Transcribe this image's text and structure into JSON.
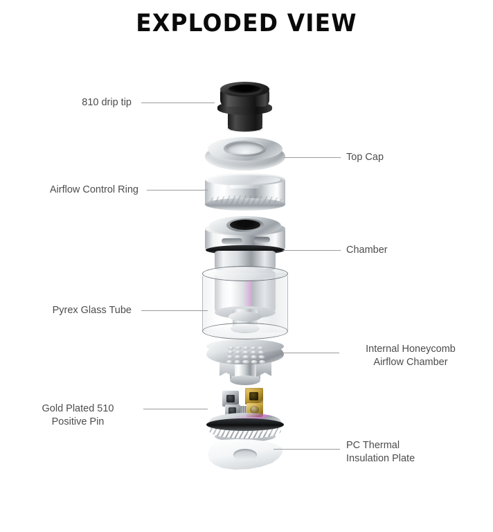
{
  "page": {
    "title": "EXPLODED VIEW",
    "background_color": "#ffffff",
    "label_color": "#4c4c4c",
    "leader_color": "#9a9a9a",
    "title_color": "#0a0a0a"
  },
  "callouts": [
    {
      "id": "drip-tip",
      "label": "810 drip tip",
      "side": "left",
      "lines": 1
    },
    {
      "id": "top-cap",
      "label": "Top Cap",
      "side": "right",
      "lines": 1
    },
    {
      "id": "airflow-ring",
      "label": "Airflow Control Ring",
      "side": "left",
      "lines": 1
    },
    {
      "id": "chamber",
      "label": "Chamber",
      "side": "right",
      "lines": 1
    },
    {
      "id": "glass-tube",
      "label": "Pyrex Glass Tube",
      "side": "left",
      "lines": 1
    },
    {
      "id": "honeycomb",
      "label": "Internal Honeycomb\nAirflow Chamber",
      "side": "right",
      "lines": 2
    },
    {
      "id": "positive-pin",
      "label": "Gold Plated 510\nPositive Pin",
      "side": "left",
      "lines": 2
    },
    {
      "id": "insulation-plate",
      "label": "PC Thermal\nInsulation Plate",
      "side": "right",
      "lines": 2
    }
  ],
  "parts": {
    "drip_tip": {
      "name": "810 drip tip",
      "color": "#1d1d1d",
      "material": "black"
    },
    "top_cap": {
      "name": "Top Cap",
      "color": "#c9ced2",
      "material": "stainless steel"
    },
    "airflow_ring": {
      "name": "Airflow Control Ring",
      "color": "#d4d9dd",
      "material": "stainless steel"
    },
    "chamber": {
      "name": "Chamber",
      "color": "#c0c5ca",
      "material": "stainless steel"
    },
    "glass_tube": {
      "name": "Pyrex Glass Tube",
      "color": "#eceff1",
      "material": "pyrex glass"
    },
    "honeycomb": {
      "name": "Internal Honeycomb Airflow Chamber",
      "color": "#cbd0d4",
      "material": "stainless steel"
    },
    "build_deck": {
      "name": "Gold Plated 510 Positive Pin",
      "color": "#c9a43e",
      "material": "gold plated"
    },
    "insulation_plate": {
      "name": "PC Thermal Insulation Plate",
      "color": "#f4f6f7",
      "material": "polycarbonate"
    }
  }
}
